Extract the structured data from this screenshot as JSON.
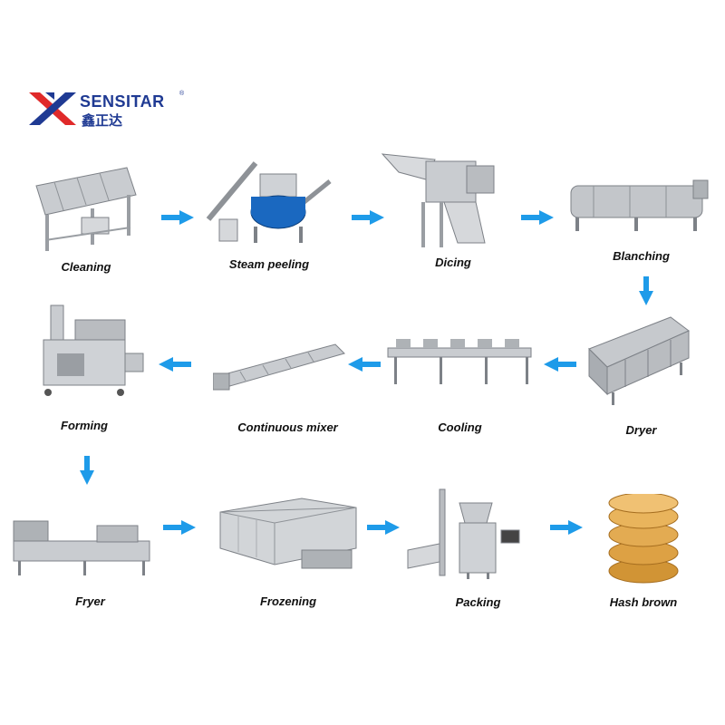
{
  "brand": {
    "name": "SENSITAR",
    "mark": "®",
    "name_cn": "鑫正达"
  },
  "colors": {
    "arrow": "#1e9be9",
    "brand_red": "#e02a2a",
    "brand_blue": "#1f3a93",
    "steel": "#b9bcc0"
  },
  "steps": [
    {
      "id": "cleaning",
      "label": "Cleaning"
    },
    {
      "id": "steam-peeling",
      "label": "Steam peeling"
    },
    {
      "id": "dicing",
      "label": "Dicing"
    },
    {
      "id": "blanching",
      "label": "Blanching"
    },
    {
      "id": "dryer",
      "label": "Dryer"
    },
    {
      "id": "cooling",
      "label": "Cooling"
    },
    {
      "id": "continuous-mixer",
      "label": "Continuous mixer"
    },
    {
      "id": "forming",
      "label": "Forming"
    },
    {
      "id": "fryer",
      "label": "Fryer"
    },
    {
      "id": "frozening",
      "label": "Frozening"
    },
    {
      "id": "packing",
      "label": "Packing"
    },
    {
      "id": "hash-brown",
      "label": "Hash brown"
    }
  ]
}
